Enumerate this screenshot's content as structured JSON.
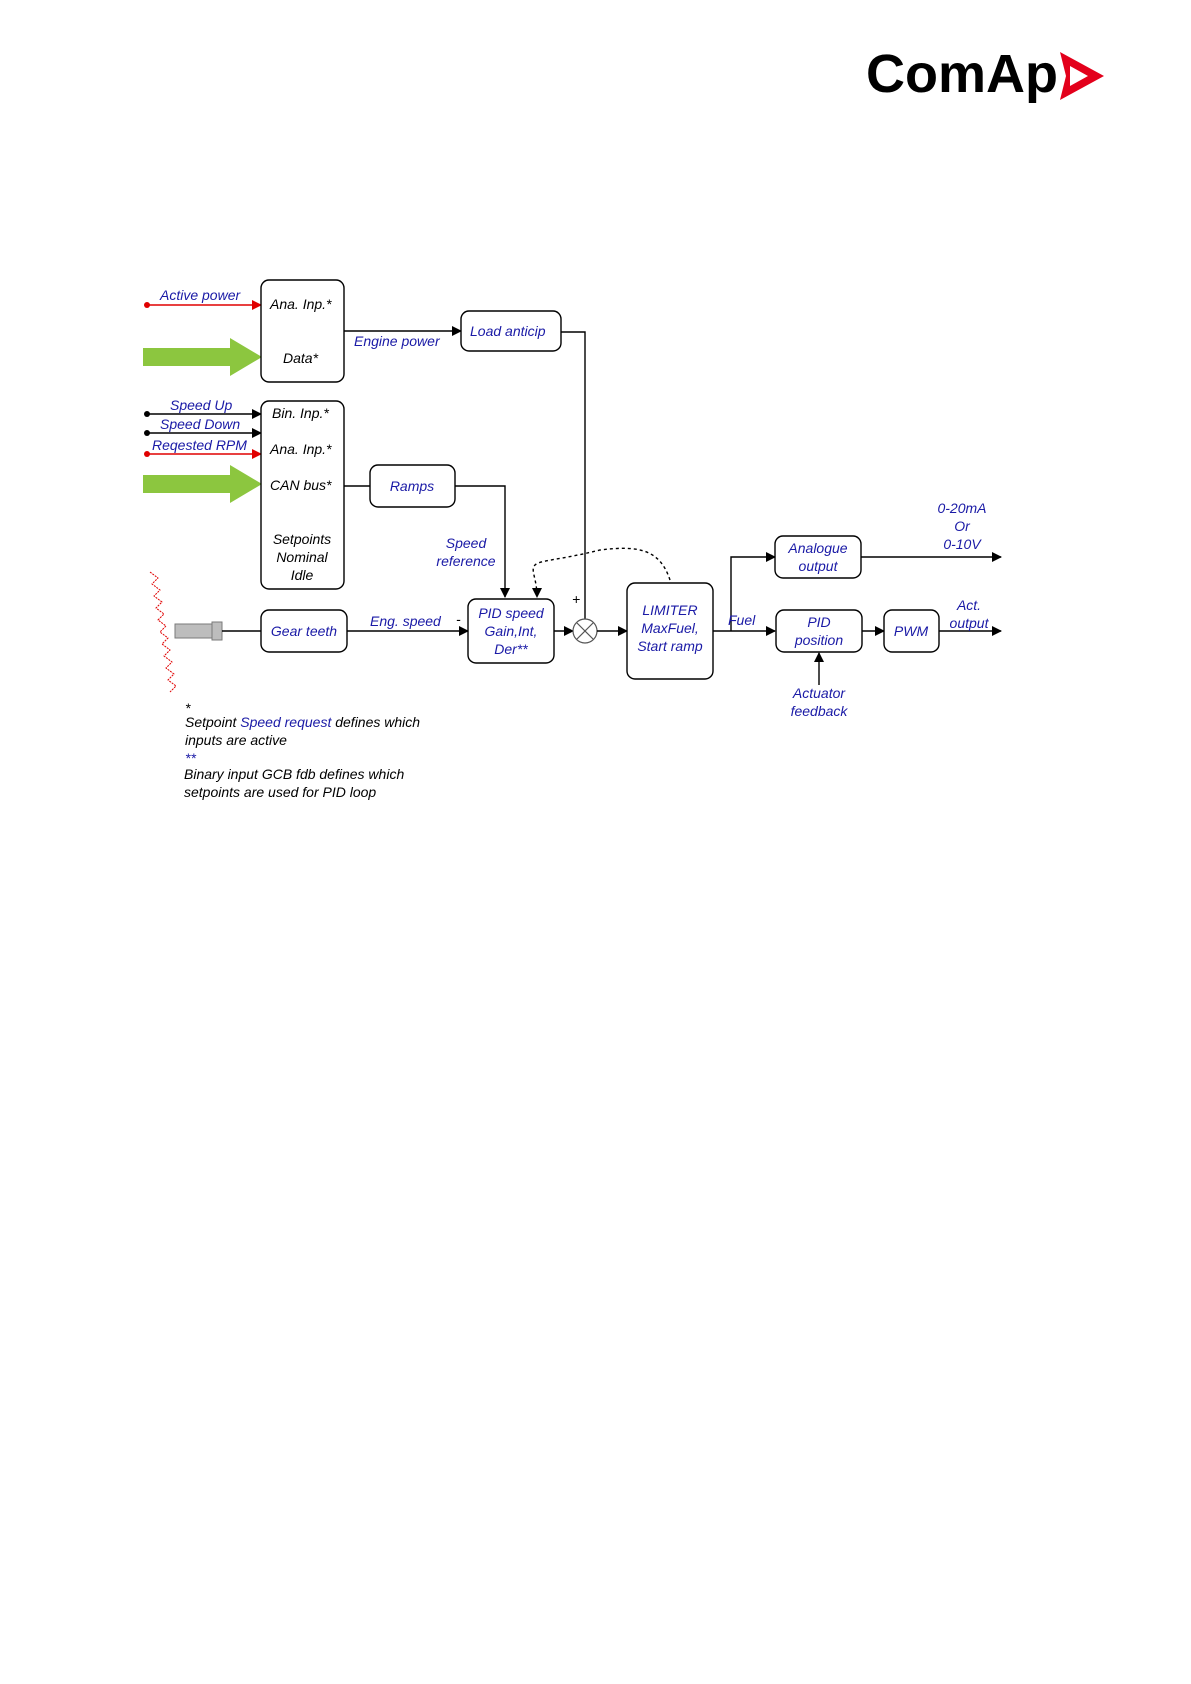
{
  "logo": {
    "text": "ComAp",
    "color": "#000000",
    "mark_color": "#e3001b"
  },
  "colors": {
    "blue_label": "#1a1aa6",
    "red_signal": "#e00000",
    "green_arrow": "#8cc63f"
  },
  "inputs": {
    "active_power": "Active power",
    "speed_up": "Speed Up",
    "speed_down": "Speed Down",
    "requested_rpm": "Reqested RPM"
  },
  "block1": {
    "line1": "Ana. Inp.*",
    "line2": "Data*"
  },
  "block2": {
    "line1": "Bin. Inp.*",
    "line2": "Ana. Inp.*",
    "line3": "CAN bus*",
    "line4": "Setpoints",
    "line5": "Nominal",
    "line6": "Idle"
  },
  "load_anticip": "Load anticip",
  "engine_power": "Engine power",
  "ramps": "Ramps",
  "speed_reference": {
    "line1": "Speed",
    "line2": "reference"
  },
  "gear_teeth": "Gear teeth",
  "eng_speed": "Eng. speed",
  "minus_sign": "-",
  "plus_sign": "+",
  "pid_speed": {
    "line1": "PID speed",
    "line2": "Gain,Int,",
    "line3": "Der**"
  },
  "limiter": {
    "line1": "LIMITER",
    "line2": "MaxFuel,",
    "line3": "Start ramp"
  },
  "fuel": "Fuel",
  "analogue_output": {
    "line1": "Analogue",
    "line2": "output"
  },
  "current_output": {
    "line1": "0-20mA",
    "line2": "Or",
    "line3": "0-10V"
  },
  "pid_position": {
    "line1": "PID",
    "line2": "position"
  },
  "pwm": "PWM",
  "act_output": {
    "line1": "Act.",
    "line2": "output"
  },
  "actuator_feedback": {
    "line1": "Actuator",
    "line2": "feedback"
  },
  "notes": {
    "star1": "*",
    "note1_prefix": "Setpoint ",
    "note1_link": "Speed request",
    "note1_suffix": " defines which",
    "note1_line2": "inputs are active",
    "star2": "**",
    "note2_line1": "Binary input GCB fdb defines which",
    "note2_line2": "setpoints are used for PID loop"
  }
}
